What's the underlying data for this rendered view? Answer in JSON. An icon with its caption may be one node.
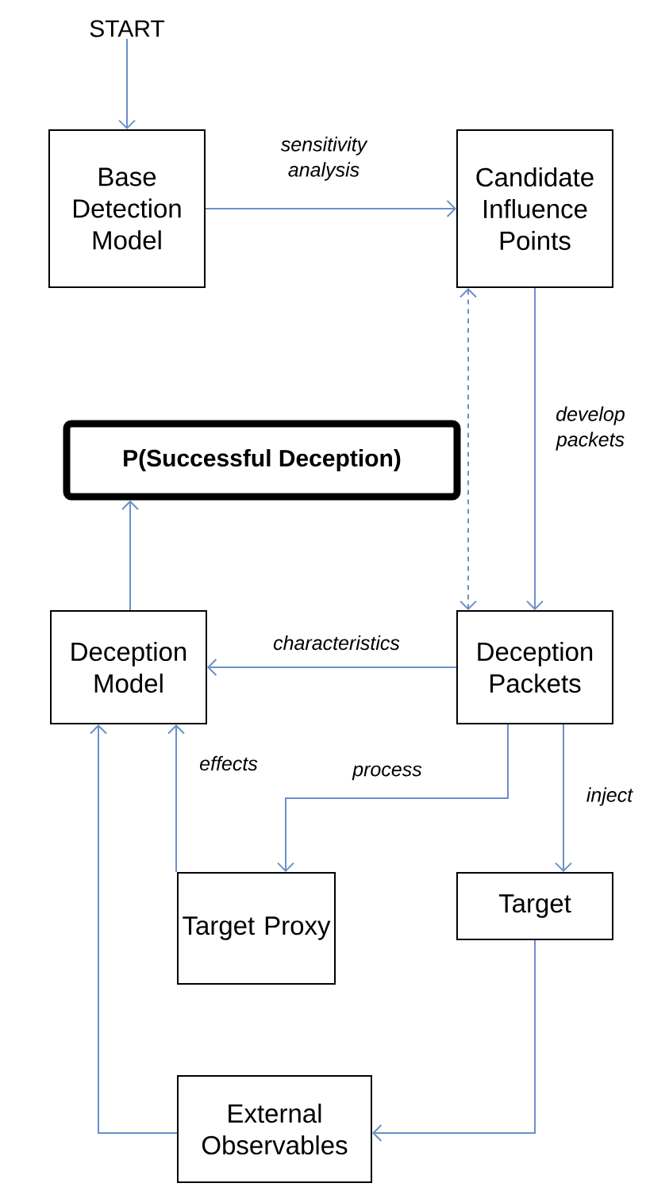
{
  "diagram": {
    "nodes": [
      {
        "text": [
          "START"
        ]
      },
      {
        "text": [
          "Base Detection Model"
        ]
      },
      {
        "text": [
          "Candidate Influence Points"
        ]
      },
      {
        "text": [
          "P(Successful Deception)"
        ]
      },
      {
        "text": [
          "Deception Model"
        ]
      },
      {
        "text": [
          "Deception Packets"
        ]
      },
      {
        "text": [
          "Target Proxy"
        ]
      },
      {
        "text": [
          "Target"
        ]
      },
      {
        "text": [
          "External Observables"
        ]
      }
    ],
    "edges": [
      {
        "from": 0,
        "to": 1,
        "arrow": "to"
      },
      {
        "from": 1,
        "to": 2,
        "arrow": "to",
        "label": "sensitivity analysis"
      },
      {
        "from": 2,
        "to": 5,
        "arrow": "to",
        "label": "develop packets"
      },
      {
        "from": 2,
        "to": 5,
        "arrow": "both",
        "style": "dashed"
      },
      {
        "from": 5,
        "to": 4,
        "arrow": "to",
        "label": "characteristics"
      },
      {
        "from": 4,
        "to": 3,
        "arrow": "to"
      },
      {
        "from": 5,
        "to": 6,
        "arrow": "to",
        "label": "process"
      },
      {
        "from": 5,
        "to": 7,
        "arrow": "to",
        "label": "inject"
      },
      {
        "from": 6,
        "to": 4,
        "arrow": "to",
        "label": "effects"
      },
      {
        "from": 7,
        "to": 8,
        "arrow": "to"
      },
      {
        "from": 8,
        "to": 4,
        "arrow": "to"
      }
    ]
  }
}
